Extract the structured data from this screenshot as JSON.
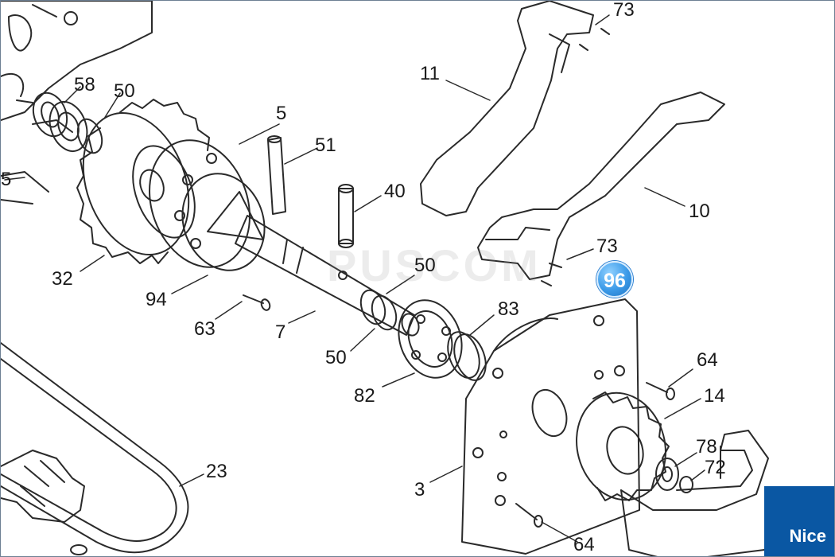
{
  "diagram": {
    "callouts": {
      "c73_top": "73",
      "c11": "11",
      "c58": "58",
      "c50_top": "50",
      "c5": "5",
      "c51": "51",
      "c40": "40",
      "c10": "10",
      "c5_left": "5",
      "c73_mid": "73",
      "c32": "32",
      "c94": "94",
      "c50_mid": "50",
      "c83": "83",
      "c63": "63",
      "c7": "7",
      "c50_low": "50",
      "c82": "82",
      "c64_right": "64",
      "c14": "14",
      "c78": "78",
      "c72": "72",
      "c23": "23",
      "c3": "3",
      "c64_bottom": "64"
    },
    "selected_part_badge": "96",
    "watermark": "PUSCOM",
    "colors": {
      "line": "#2a2a2a",
      "badge": "#3b9ae8",
      "logo_bg": "#0a57a3"
    }
  },
  "brand": {
    "logo_text": "Nice"
  }
}
